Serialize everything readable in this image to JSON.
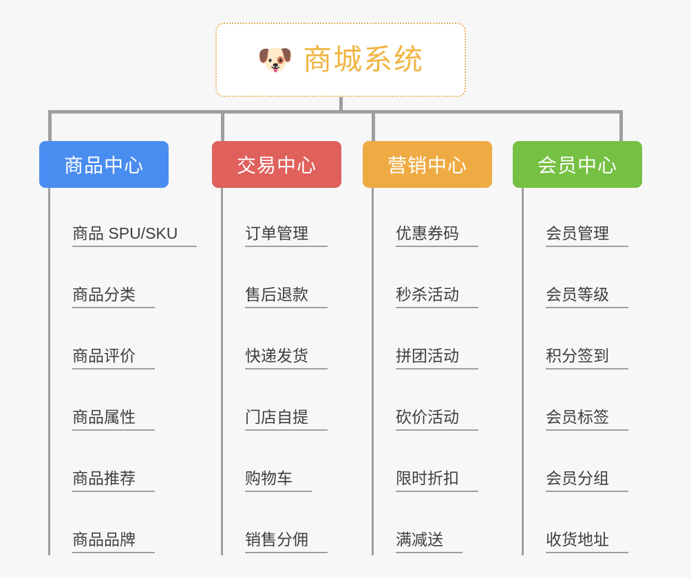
{
  "background_color": "#f7f7f7",
  "connector_color": "#9e9e9e",
  "root": {
    "icon": "dog-face-emoji",
    "emoji": "🐶",
    "title": "商城系统",
    "title_color": "#f0b545",
    "border_color": "#e8b15a",
    "background": "#ffffff"
  },
  "columns": [
    {
      "id": "product-center",
      "title": "商品中心",
      "color": "#4a8df0",
      "items": [
        "商品 SPU/SKU",
        "商品分类",
        "商品评价",
        "商品属性",
        "商品推荐",
        "商品品牌"
      ]
    },
    {
      "id": "trade-center",
      "title": "交易中心",
      "color": "#e0605c",
      "items": [
        "订单管理",
        "售后退款",
        "快递发货",
        "门店自提",
        "购物车",
        "销售分佣"
      ]
    },
    {
      "id": "marketing-center",
      "title": "营销中心",
      "color": "#eeab44",
      "items": [
        "优惠券码",
        "秒杀活动",
        "拼团活动",
        "砍价活动",
        "限时折扣",
        "满减送"
      ]
    },
    {
      "id": "member-center",
      "title": "会员中心",
      "color": "#76c043",
      "items": [
        "会员管理",
        "会员等级",
        "积分签到",
        "会员标签",
        "会员分组",
        "收货地址"
      ]
    }
  ]
}
